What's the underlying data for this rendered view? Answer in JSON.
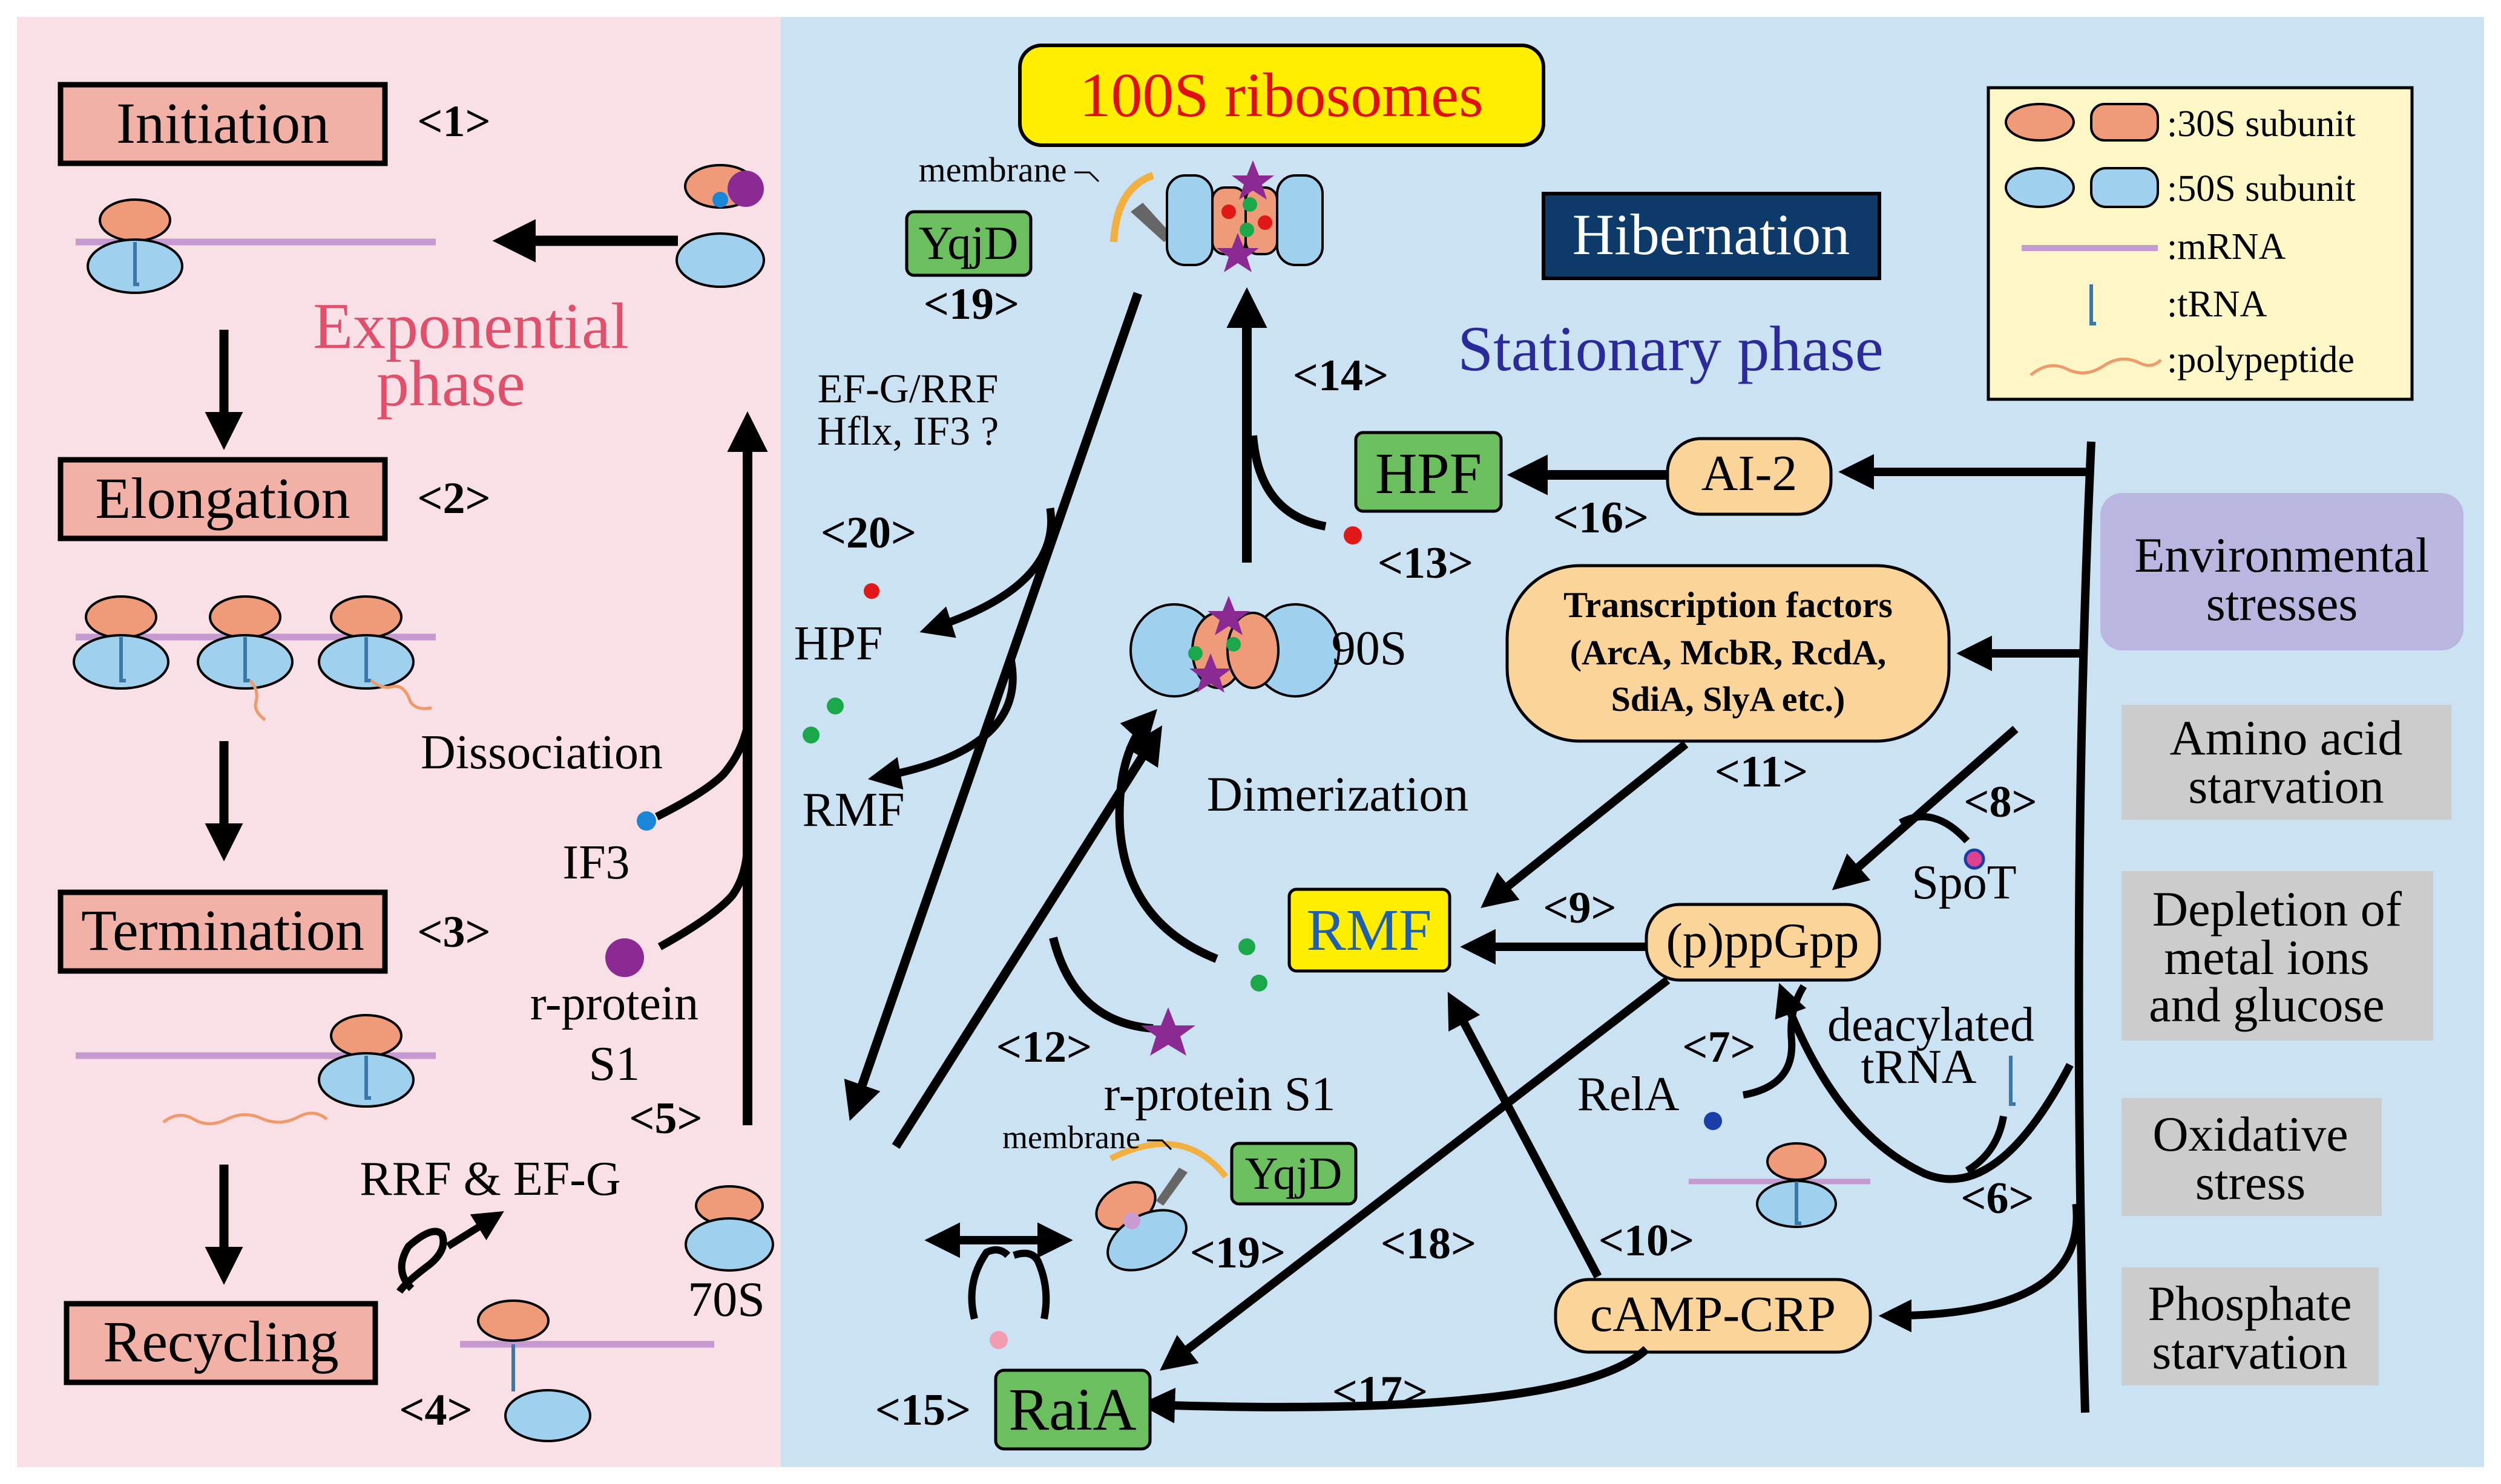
{
  "colors": {
    "left_panel_bg": "#f9dfe6",
    "right_panel_bg": "#cbe2f3",
    "stage_box": "#f2b1a6",
    "subunit_30s": "#ef9a78",
    "subunit_50s": "#9fd1ef",
    "mrna": "#c49ad1",
    "trna": "#3a78a8",
    "polypeptide": "#ef9a6a",
    "title_box": "#ffee00",
    "title_text": "#e01010",
    "hibernation_box": "#0e3a6a",
    "green_box": "#6cbf5f",
    "orange_box": "#fbd49a",
    "env_box": "#b9b7e0",
    "stress_box": "#cccccc",
    "exp_phase": "#e0506a",
    "stat_phase": "#2a2a9a",
    "rmf_text": "#1f5fb0",
    "dot_red": "#e01818",
    "dot_green": "#1aa84a",
    "dot_blue": "#1a86d8",
    "dot_purple": "#8c2a94",
    "dot_pink": "#f29cb2"
  },
  "title": "100S ribosomes",
  "hibernation": "Hibernation",
  "exponential_phase": [
    "Exponential",
    "phase"
  ],
  "stationary_phase": "Stationary phase",
  "stages": {
    "initiation": "Initiation",
    "elongation": "Elongation",
    "termination": "Termination",
    "recycling": "Recycling"
  },
  "step_labels": {
    "s1": "<1>",
    "s2": "<2>",
    "s3": "<3>",
    "s4": "<4>",
    "s5": "<5>",
    "s6": "<6>",
    "s7": "<7>",
    "s8": "<8>",
    "s9": "<9>",
    "s10": "<10>",
    "s11": "<11>",
    "s12": "<12>",
    "s13": "<13>",
    "s14": "<14>",
    "s15": "<15>",
    "s16": "<16>",
    "s17": "<17>",
    "s18": "<18>",
    "s19a": "<19>",
    "s19b": "<19>",
    "s20": "<20>"
  },
  "labels": {
    "dissociation": "Dissociation",
    "if3": "IF3",
    "rprotein_s1_left": [
      "r-protein",
      "S1"
    ],
    "rrf_efg": "RRF & EF-G",
    "seventy_s": "70S",
    "membrane_top": "membrane",
    "membrane_bottom": "membrane",
    "efg_rrf": [
      "EF-G/RRF",
      "Hflx, IF3 ?"
    ],
    "hpf_free": "HPF",
    "rmf_free": "RMF",
    "ninety_s": "90S",
    "dimerization": "Dimerization",
    "rprotein_s1_right": "r-protein S1",
    "spot": "SpoT",
    "rela": "RelA",
    "deacylated_trna": [
      "deacylated",
      "tRNA"
    ]
  },
  "boxes": {
    "yqjd_top": "YqjD",
    "yqjd_bottom": "YqjD",
    "hpf": "HPF",
    "ai2": "AI-2",
    "rmf": "RMF",
    "ppgpp": "(p)ppGpp",
    "camp_crp": "cAMP-CRP",
    "raia": "RaiA",
    "transcription_factors": [
      "Transcription factors",
      "(ArcA, McbR, RcdA,",
      "SdiA, SlyA etc.)"
    ]
  },
  "legend": {
    "items": [
      {
        "icon": "subunit-30s-icon",
        "label": ":30S subunit"
      },
      {
        "icon": "subunit-50s-icon",
        "label": ":50S subunit"
      },
      {
        "icon": "mrna-icon",
        "label": ":mRNA"
      },
      {
        "icon": "trna-icon",
        "label": ":tRNA"
      },
      {
        "icon": "polypeptide-icon",
        "label": ":polypeptide"
      }
    ]
  },
  "stresses": {
    "environmental": [
      "Environmental",
      "stresses"
    ],
    "amino_acid": [
      "Amino acid",
      "starvation"
    ],
    "metal_glucose": [
      "Depletion of",
      "metal ions",
      "and glucose"
    ],
    "oxidative": [
      "Oxidative",
      "stress"
    ],
    "phosphate": [
      "Phosphate",
      "starvation"
    ]
  }
}
